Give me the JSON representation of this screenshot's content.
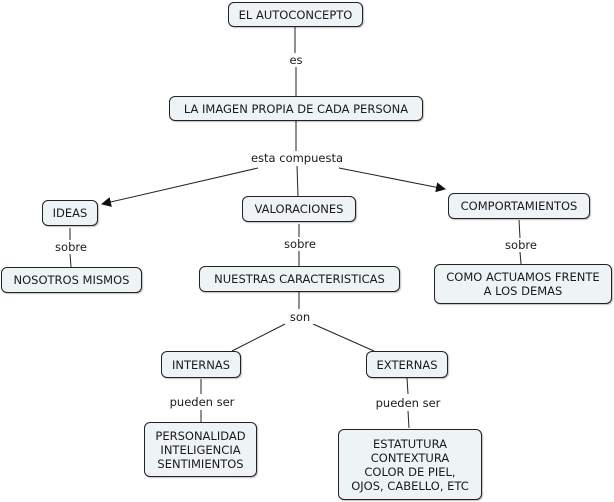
{
  "concept_map": {
    "nodes": {
      "autoconcepto": "EL AUTOCONCEPTO",
      "imagen": "LA IMAGEN PROPIA DE CADA PERSONA",
      "ideas": "IDEAS",
      "valoraciones": "VALORACIONES",
      "comportamientos": "COMPORTAMIENTOS",
      "nosotros": "NOSOTROS MISMOS",
      "caracteristicas": "NUESTRAS CARACTERISTICAS",
      "como_actuamos": "COMO ACTUAMOS FRENTE\nA LOS DEMAS",
      "internas": "INTERNAS",
      "externas": "EXTERNAS",
      "personalidad": "PERSONALIDAD\nINTELIGENCIA\nSENTIMIENTOS",
      "estatutura": "ESTATUTURA\nCONTEXTURA\nCOLOR DE PIEL,\nOJOS, CABELLO, ETC"
    },
    "links": {
      "es": "es",
      "esta_compuesta": "esta compuesta",
      "sobre_ideas": "sobre",
      "sobre_valoraciones": "sobre",
      "sobre_comportamientos": "sobre",
      "son": "son",
      "pueden_ser_internas": "pueden ser",
      "pueden_ser_externas": "pueden ser"
    },
    "colors": {
      "node_fill": "#eef3f6",
      "node_border": "#222222",
      "line": "#222222"
    }
  }
}
